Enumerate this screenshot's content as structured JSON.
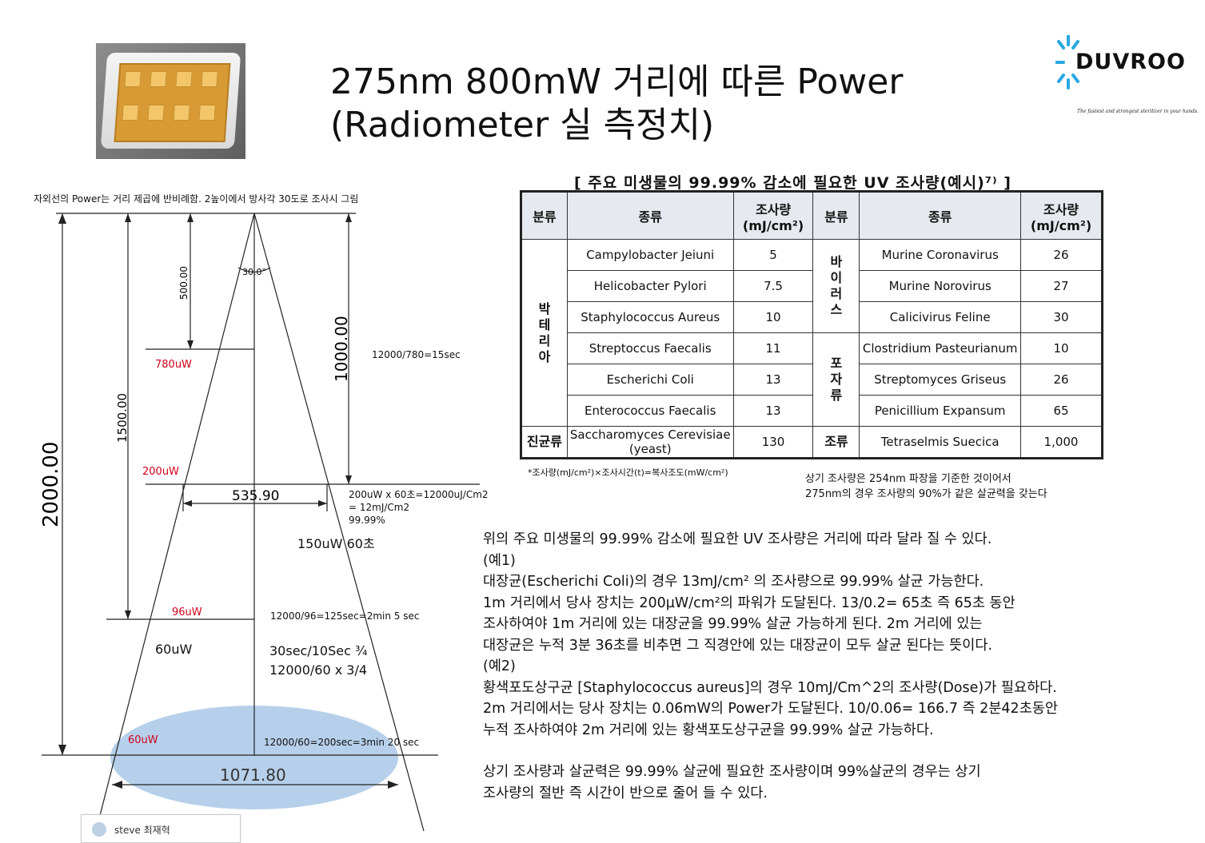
{
  "title": {
    "line1": "275nm 800mW 거리에 따른 Power",
    "line2": "(Radiometer 실 측정치)"
  },
  "logo": {
    "name": "DUVROO",
    "tagline": "The fastest and strongest sterilizer in your hands."
  },
  "diagram": {
    "caption": "자외선의 Power는 거리 제곱에 반비례함. 2높이에서 방사각 30도로 조사시 그림",
    "angle": "30.0°",
    "dims": {
      "d500": "500.00",
      "d1000": "1000.00",
      "d1500": "1500.00",
      "d2000": "2000.00",
      "w1": "535.90",
      "w2": "1071.80"
    },
    "readings": {
      "r780": "780uW",
      "r200": "200uW",
      "r96": "96uW",
      "r60": "60uW"
    },
    "notes": {
      "n1": "12000/780=15sec",
      "n2a": "200uW x 60초=12000uJ/Cm2",
      "n2b": "= 12mJ/Cm2",
      "n2c": "99.99%",
      "n3": "150uW  60초",
      "n4": "12000/96=125sec=2min 5 sec",
      "n5": "60uW",
      "n6a": "30sec/10Sec  ¾",
      "n6b": "12000/60 x 3/4",
      "n7": "12000/60=200sec=3min 20 sec"
    }
  },
  "uv_table": {
    "title": "[ 주요 미생물의 99.99% 감소에 필요한 UV 조사량(예시)⁷⁾ ]",
    "headers": {
      "cat": "분류",
      "kind": "종류",
      "dose1": "조사량",
      "dose2": "(mJ/cm²)"
    },
    "cats": {
      "bacteria": "박테리아",
      "virus": "바이러스",
      "spore": "포자류",
      "fungi": "진균류",
      "algae": "조류"
    },
    "left_rows": [
      {
        "name": "Campylobacter Jeiuni",
        "dose": "5"
      },
      {
        "name": "Helicobacter Pylori",
        "dose": "7.5"
      },
      {
        "name": "Staphylococcus Aureus",
        "dose": "10"
      },
      {
        "name": "Streptoccus Faecalis",
        "dose": "11"
      },
      {
        "name": "Escherichi Coli",
        "dose": "13"
      },
      {
        "name": "Enterococcus Faecalis",
        "dose": "13"
      },
      {
        "name": "Saccharomyces Cerevisiae (yeast)",
        "dose": "130"
      }
    ],
    "right_rows": [
      {
        "name": "Murine Coronavirus",
        "dose": "26"
      },
      {
        "name": "Murine Norovirus",
        "dose": "27"
      },
      {
        "name": "Calicivirus Feline",
        "dose": "30"
      },
      {
        "name": "Clostridium Pasteurianum",
        "dose": "10"
      },
      {
        "name": "Streptomyces Griseus",
        "dose": "26"
      },
      {
        "name": "Penicillium Expansum",
        "dose": "65"
      },
      {
        "name": "Tetraselmis Suecica",
        "dose": "1,000"
      }
    ],
    "footnote": "*조사량(mJ/cm²)×조사시간(t)=복사조도(mW/cm²)"
  },
  "ref_note": {
    "line1": "상기 조사량은 254nm 파장을 기준한 것이어서",
    "line2": "275nm의 경우 조사량의 90%가 같은 살균력을 갖는다"
  },
  "body": {
    "p1": "위의 주요 미생물의 99.99% 감소에 필요한 UV 조사량은 거리에 따라 달라 질 수 있다.",
    "p2": " (예1)",
    "p3": "  대장균(Escherichi Coli)의 경우 13mJ/cm² 의 조사량으로 99.99% 살균 가능한다.",
    "p4": "  1m 거리에서 당사 장치는 200µW/cm²의 파워가 도달된다. 13/0.2= 65초 즉 65초 동안",
    "p5": "조사하여야 1m 거리에 있는 대장균을 99.99% 살균 가능하게 된다. 2m 거리에 있는",
    "p6": "대장균은 누적 3분 36초를 비추면 그 직경안에 있는 대장균이 모두 살균 된다는 뜻이다.",
    "p7": " (예2)",
    "p8": "  황색포도상구균 [Staphylococcus aureus]의 경우 10mJ/Cm^2의 조사량(Dose)가 필요하다.",
    "p9": "2m 거리에서는 당사 장치는 0.06mW의 Power가 도달된다. 10/0.06= 166.7 즉 2분42초동안",
    "p10": "누적 조사하여야 2m 거리에 있는 황색포도상구균을 99.99% 살균 가능하다.",
    "p11": "상기 조사량과 살균력은 99.99% 살균에 필요한 조사량이며 99%살균의 경우는 상기",
    "p12": "조사량의 절반 즉 시간이 반으로 줄어 들 수 있다."
  },
  "comment": {
    "user": "steve 최재혁"
  },
  "colors": {
    "accent_blue": "#29a8e0",
    "ellipse": "#a9c8e8",
    "red": "#d0021b"
  }
}
